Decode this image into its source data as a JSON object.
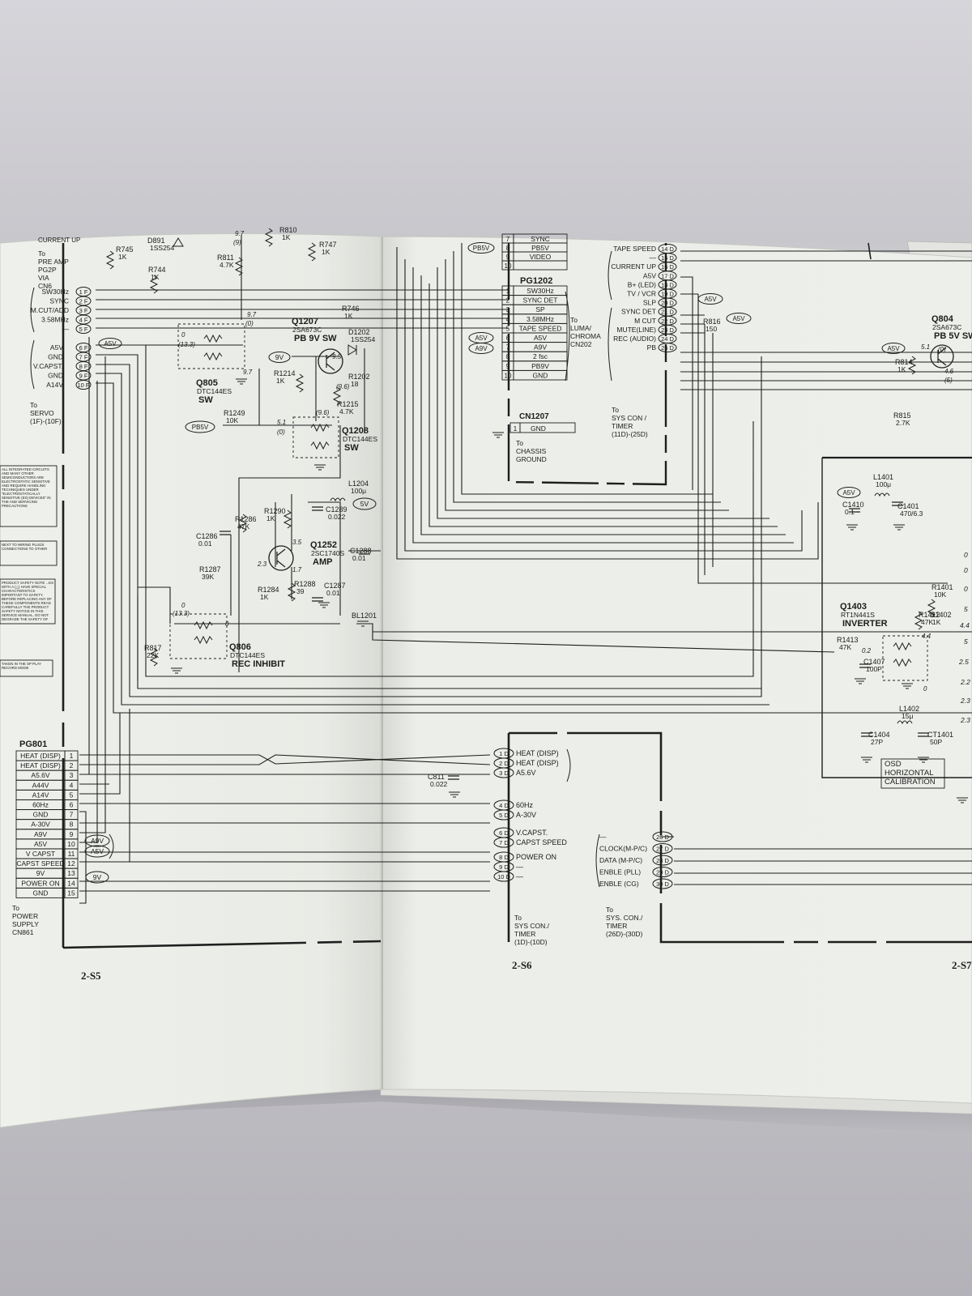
{
  "manual_page": {
    "section_numbers": [
      "2-S5",
      "2-S6",
      "2-S7"
    ],
    "pg801": {
      "title": "PG801",
      "pins": [
        {
          "label": "HEAT (DISP)",
          "num": "1"
        },
        {
          "label": "HEAT (DISP)",
          "num": "2"
        },
        {
          "label": "A5.6V",
          "num": "3"
        },
        {
          "label": "A44V",
          "num": "4"
        },
        {
          "label": "A14V",
          "num": "5"
        },
        {
          "label": "60Hz",
          "num": "6"
        },
        {
          "label": "GND",
          "num": "7"
        },
        {
          "label": "A-30V",
          "num": "8"
        },
        {
          "label": "A9V",
          "num": "9"
        },
        {
          "label": "A5V",
          "num": "10"
        },
        {
          "label": "V CAPST",
          "num": "11"
        },
        {
          "label": "CAPST SPEED",
          "num": "12"
        },
        {
          "label": "9V",
          "num": "13"
        },
        {
          "label": "POWER ON",
          "num": "14"
        },
        {
          "label": "GND",
          "num": "15"
        }
      ],
      "dest": [
        "To",
        "POWER",
        "SUPPLY",
        "CN861"
      ],
      "badges": [
        "A9V",
        "A5V",
        "9V"
      ]
    },
    "pg1202": {
      "title": "PG1202",
      "pins": [
        {
          "num": "1",
          "label": "SW30Hz"
        },
        {
          "num": "2",
          "label": "SYNC DET"
        },
        {
          "num": "3",
          "label": "SP"
        },
        {
          "num": "4",
          "label": "3.58MHz"
        },
        {
          "num": "5",
          "label": "TAPE SPEED"
        },
        {
          "num": "6",
          "label": "A5V"
        },
        {
          "num": "7",
          "label": "A9V"
        },
        {
          "num": "8",
          "label": "2 fsc"
        },
        {
          "num": "9",
          "label": "PB9V"
        },
        {
          "num": "10",
          "label": "GND"
        }
      ],
      "top_pins": [
        {
          "num": "7",
          "label": "SYNC"
        },
        {
          "num": "8",
          "label": "PB5V"
        },
        {
          "num": "9",
          "label": "VIDEO"
        },
        {
          "num": "10",
          "label": ""
        }
      ],
      "dest": [
        "To",
        "LUMA/",
        "CHROMA",
        "CN202"
      ],
      "badges": [
        "A5V",
        "A9V",
        "PB5V"
      ]
    },
    "cn1207": {
      "title": "CN1207",
      "pin_num": "1",
      "pin_label": "GND",
      "dest": [
        "To",
        "CHASSIS",
        "GROUND"
      ]
    },
    "syscon_right": {
      "pins": [
        {
          "num": "14 D",
          "label": "TAPE SPEED"
        },
        {
          "num": "15 D",
          "label": "—"
        },
        {
          "num": "16 D",
          "label": "CURRENT UP"
        },
        {
          "num": "17 D",
          "label": "A5V"
        },
        {
          "num": "18 D",
          "label": "B+ (LED)"
        },
        {
          "num": "19 D",
          "label": "TV / VCR"
        },
        {
          "num": "20 D",
          "label": "SLP"
        },
        {
          "num": "21 D",
          "label": "SYNC DET"
        },
        {
          "num": "22 D",
          "label": "M CUT"
        },
        {
          "num": "23 D",
          "label": "MUTE(LINE)"
        },
        {
          "num": "24 D",
          "label": "REC (AUDIO)"
        },
        {
          "num": "25 D",
          "label": "PB"
        }
      ],
      "dest": [
        "To",
        "SYS CON /",
        "TIMER",
        "(11D)-(25D)"
      ]
    },
    "syscon_lower": {
      "pins": [
        {
          "num": "1 D",
          "label": "HEAT (DISP)"
        },
        {
          "num": "2 D",
          "label": "HEAT (DISP)"
        },
        {
          "num": "3 D",
          "label": "A5.6V"
        },
        {
          "num": "4 D",
          "label": "60Hz"
        },
        {
          "num": "5 D",
          "label": "A-30V"
        },
        {
          "num": "6 D",
          "label": "V.CAPST."
        },
        {
          "num": "7 D",
          "label": "CAPST SPEED"
        },
        {
          "num": "8 D",
          "label": "POWER ON"
        },
        {
          "num": "9 D",
          "label": "—"
        },
        {
          "num": "10 D",
          "label": "—"
        }
      ],
      "dest": [
        "To",
        "SYS CON./",
        "TIMER",
        "(1D)-(10D)"
      ]
    },
    "syscon_lower_right": {
      "pins": [
        {
          "num": "26 D",
          "label": "—"
        },
        {
          "num": "27 D",
          "label": "CLOCK(M-P/C)"
        },
        {
          "num": "28 D",
          "label": "DATA (M-P/C)"
        },
        {
          "num": "29 D",
          "label": "ENBLE (PLL)"
        },
        {
          "num": "30 D",
          "label": "ENBLE (CG)"
        }
      ],
      "dest": [
        "To",
        "SYS. CON./",
        "TIMER",
        "(26D)-(30D)"
      ]
    },
    "left_block": {
      "top_label": "CURRENT UP",
      "dest1": [
        "To",
        "PRE AMP",
        "PG2P",
        "VIA",
        "CN6"
      ],
      "pins1": [
        {
          "label": "SW30Hz",
          "num": "1 F"
        },
        {
          "label": "SYNC",
          "num": "2 F"
        },
        {
          "label": "M.CUT/ADD",
          "num": "3 F"
        },
        {
          "label": "3.58MHz",
          "num": "4 F"
        },
        {
          "label": "—",
          "num": "5 F"
        }
      ],
      "pins2": [
        {
          "label": "A5V",
          "num": "6 F"
        },
        {
          "label": "GND",
          "num": "7 F"
        },
        {
          "label": "V.CAPST.",
          "num": "8 F"
        },
        {
          "label": "GND",
          "num": "9 F"
        },
        {
          "label": "A14V",
          "num": "10 F"
        }
      ],
      "dest2": [
        "To",
        "SERVO",
        "(1F)-(10F)"
      ],
      "a5v_badge": "A5V"
    },
    "components": [
      {
        "ref": "D891",
        "type": "1SS254"
      },
      {
        "ref": "R745",
        "type": "1K"
      },
      {
        "ref": "R744",
        "type": "1K"
      },
      {
        "ref": "R811",
        "type": "4.7K"
      },
      {
        "ref": "R810",
        "type": "1K"
      },
      {
        "ref": "R747",
        "type": "1K"
      },
      {
        "ref": "R746",
        "type": "1K"
      },
      {
        "ref": "Q1207",
        "type": "2SA673C",
        "function": "PB 9V SW"
      },
      {
        "ref": "D1202",
        "type": "1SS254"
      },
      {
        "ref": "Q805",
        "type": "DTC144ES",
        "function": "SW"
      },
      {
        "ref": "R1214",
        "type": "1K"
      },
      {
        "ref": "R1202",
        "type": "18"
      },
      {
        "ref": "R1215",
        "type": "4.7K"
      },
      {
        "ref": "R1249",
        "type": "10K"
      },
      {
        "ref": "Q1208",
        "type": "DTC144ES",
        "function": "SW"
      },
      {
        "ref": "L1204",
        "type": "100μ"
      },
      {
        "ref": "R1286",
        "type": "47K"
      },
      {
        "ref": "R1290",
        "type": "1K"
      },
      {
        "ref": "C1289",
        "type": "0.022"
      },
      {
        "ref": "C1286",
        "type": "0.01"
      },
      {
        "ref": "Q1252",
        "type": "2SC1740S",
        "function": "AMP"
      },
      {
        "ref": "C1288",
        "type": "0.01"
      },
      {
        "ref": "R1287",
        "type": "39K"
      },
      {
        "ref": "R1288",
        "type": "39"
      },
      {
        "ref": "C1287",
        "type": "0.01"
      },
      {
        "ref": "R1284",
        "type": "1K"
      },
      {
        "ref": "BL1201",
        "type": ""
      },
      {
        "ref": "Q806",
        "type": "DTC144ES",
        "function": "REC INHIBIT"
      },
      {
        "ref": "R817",
        "type": "22K"
      },
      {
        "ref": "C811",
        "type": "0.022"
      },
      {
        "ref": "Q804",
        "type": "2SA673C",
        "function": "PB 5V SW"
      },
      {
        "ref": "R814",
        "type": "1K"
      },
      {
        "ref": "R815",
        "type": "2.7K"
      },
      {
        "ref": "R816",
        "type": "150"
      },
      {
        "ref": "L1401",
        "type": "100μ"
      },
      {
        "ref": "C1410",
        "type": "0.1"
      },
      {
        "ref": "C1401",
        "type": "470/6.3"
      },
      {
        "ref": "R1401",
        "type": "10K"
      },
      {
        "ref": "Q1403",
        "type": "RT1N441S",
        "function": "INVERTER"
      },
      {
        "ref": "R1412",
        "type": "47K"
      },
      {
        "ref": "R1402",
        "type": "1K"
      },
      {
        "ref": "R1413",
        "type": "47K"
      },
      {
        "ref": "C1407",
        "type": "100P"
      },
      {
        "ref": "L1402",
        "type": "15μ"
      },
      {
        "ref": "C1404",
        "type": "27P"
      },
      {
        "ref": "CT1401",
        "type": "50P"
      }
    ],
    "voltages": [
      "9.7",
      "(9)",
      "9.7",
      "(0)",
      "0",
      "(13.3)",
      "9.7",
      "9.5",
      "(9.6)",
      "5.1",
      "(0)",
      "(9.6)",
      "3.5",
      "2.3",
      "1.7",
      "0",
      "(13.3)",
      "0",
      "5.1",
      "(0)",
      "4.6",
      "(5)",
      "0.2",
      "4.4",
      "0"
    ],
    "osd_box": [
      "OSD",
      "HORIZONTAL",
      "CALIBRATION"
    ],
    "rail_badges": [
      "5V",
      "9V",
      "A5V",
      "A5V",
      "A5V"
    ],
    "right_edge_voltages": [
      "0",
      "0",
      "0",
      "5",
      "4.4",
      "5",
      "2.5",
      "2.2",
      "2.3",
      "2.3"
    ],
    "notes": [
      "ALL INTEGRATED CIRCUITS AND MANY OTHER SEMICONDUCTORS ARE ELECTROSTATIC SENSITIVE AND REQUIRE HANDLING TECHNIQUES UNDER \"ELECTROSTATICALLY SENSITIVE (ES) DEVICES\" IN THE AND SERVICING PRECAUTIONS",
      "NEXT TO WIRING PLUGS CONNECTIONS TO OTHER",
      "PRODUCT SAFETY NOTE ...ES WITH A (△) HAVE SPECIAL CHARACTERISTICS IMPORTANT TO SAFETY. BEFORE REPLACING ANY OF THESE COMPONENTS READ CAREFULLY THE PRODUCT SAFETY NOTICE IN THIS SERVICE MANUAL. DO NOT DEGRADE THE SAFETY OF THE SET THROUGH IMPROPER SERVICING.",
      "TAKEN IN THE SP PLAY RECORD MODE"
    ]
  }
}
